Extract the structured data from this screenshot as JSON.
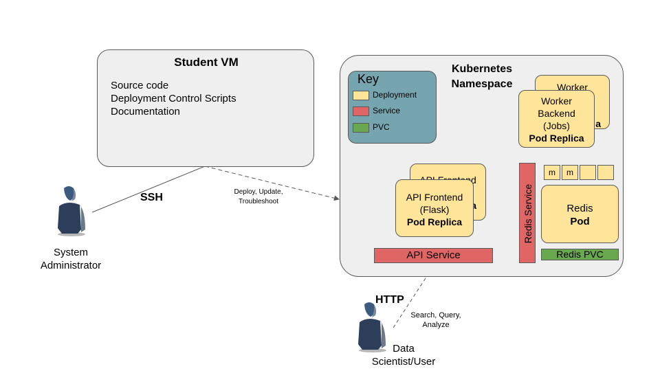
{
  "vm": {
    "title": "Student VM",
    "lines": [
      "Source code",
      "Deployment Control Scripts",
      "Documentation"
    ]
  },
  "namespace": {
    "title_line1": "Kubernetes",
    "title_line2": "Namespace"
  },
  "key": {
    "title": "Key",
    "items": [
      {
        "label": "Deployment",
        "color": "#ffe599"
      },
      {
        "label": "Service",
        "color": "#e06666"
      },
      {
        "label": "PVC",
        "color": "#6aa84f"
      }
    ]
  },
  "worker": {
    "back_line1": "Worker",
    "back_partial": "a",
    "line1": "Worker",
    "line2": "Backend",
    "line3": "(Jobs)",
    "line4": "Pod Replica"
  },
  "api": {
    "back_line1": "API Frontend",
    "back_partial": "a",
    "line1": "API Frontend",
    "line2": "(Flask)",
    "line3": "Pod Replica"
  },
  "services": {
    "api": "API Service",
    "redis": "Redis Service"
  },
  "redis": {
    "line1": "Redis",
    "line2": "Pod",
    "pvc": "Redis PVC",
    "slots": [
      "m",
      "m",
      "",
      ""
    ]
  },
  "admin": {
    "line1": "System",
    "line2": "Administrator"
  },
  "user": {
    "line1": "Data",
    "line2": "Scientist/User"
  },
  "edges": {
    "ssh": "SSH",
    "deploy_line1": "Deploy, Update,",
    "deploy_line2": "Troubleshoot",
    "http": "HTTP",
    "search_line1": "Search, Query,",
    "search_line2": "Analyze"
  }
}
